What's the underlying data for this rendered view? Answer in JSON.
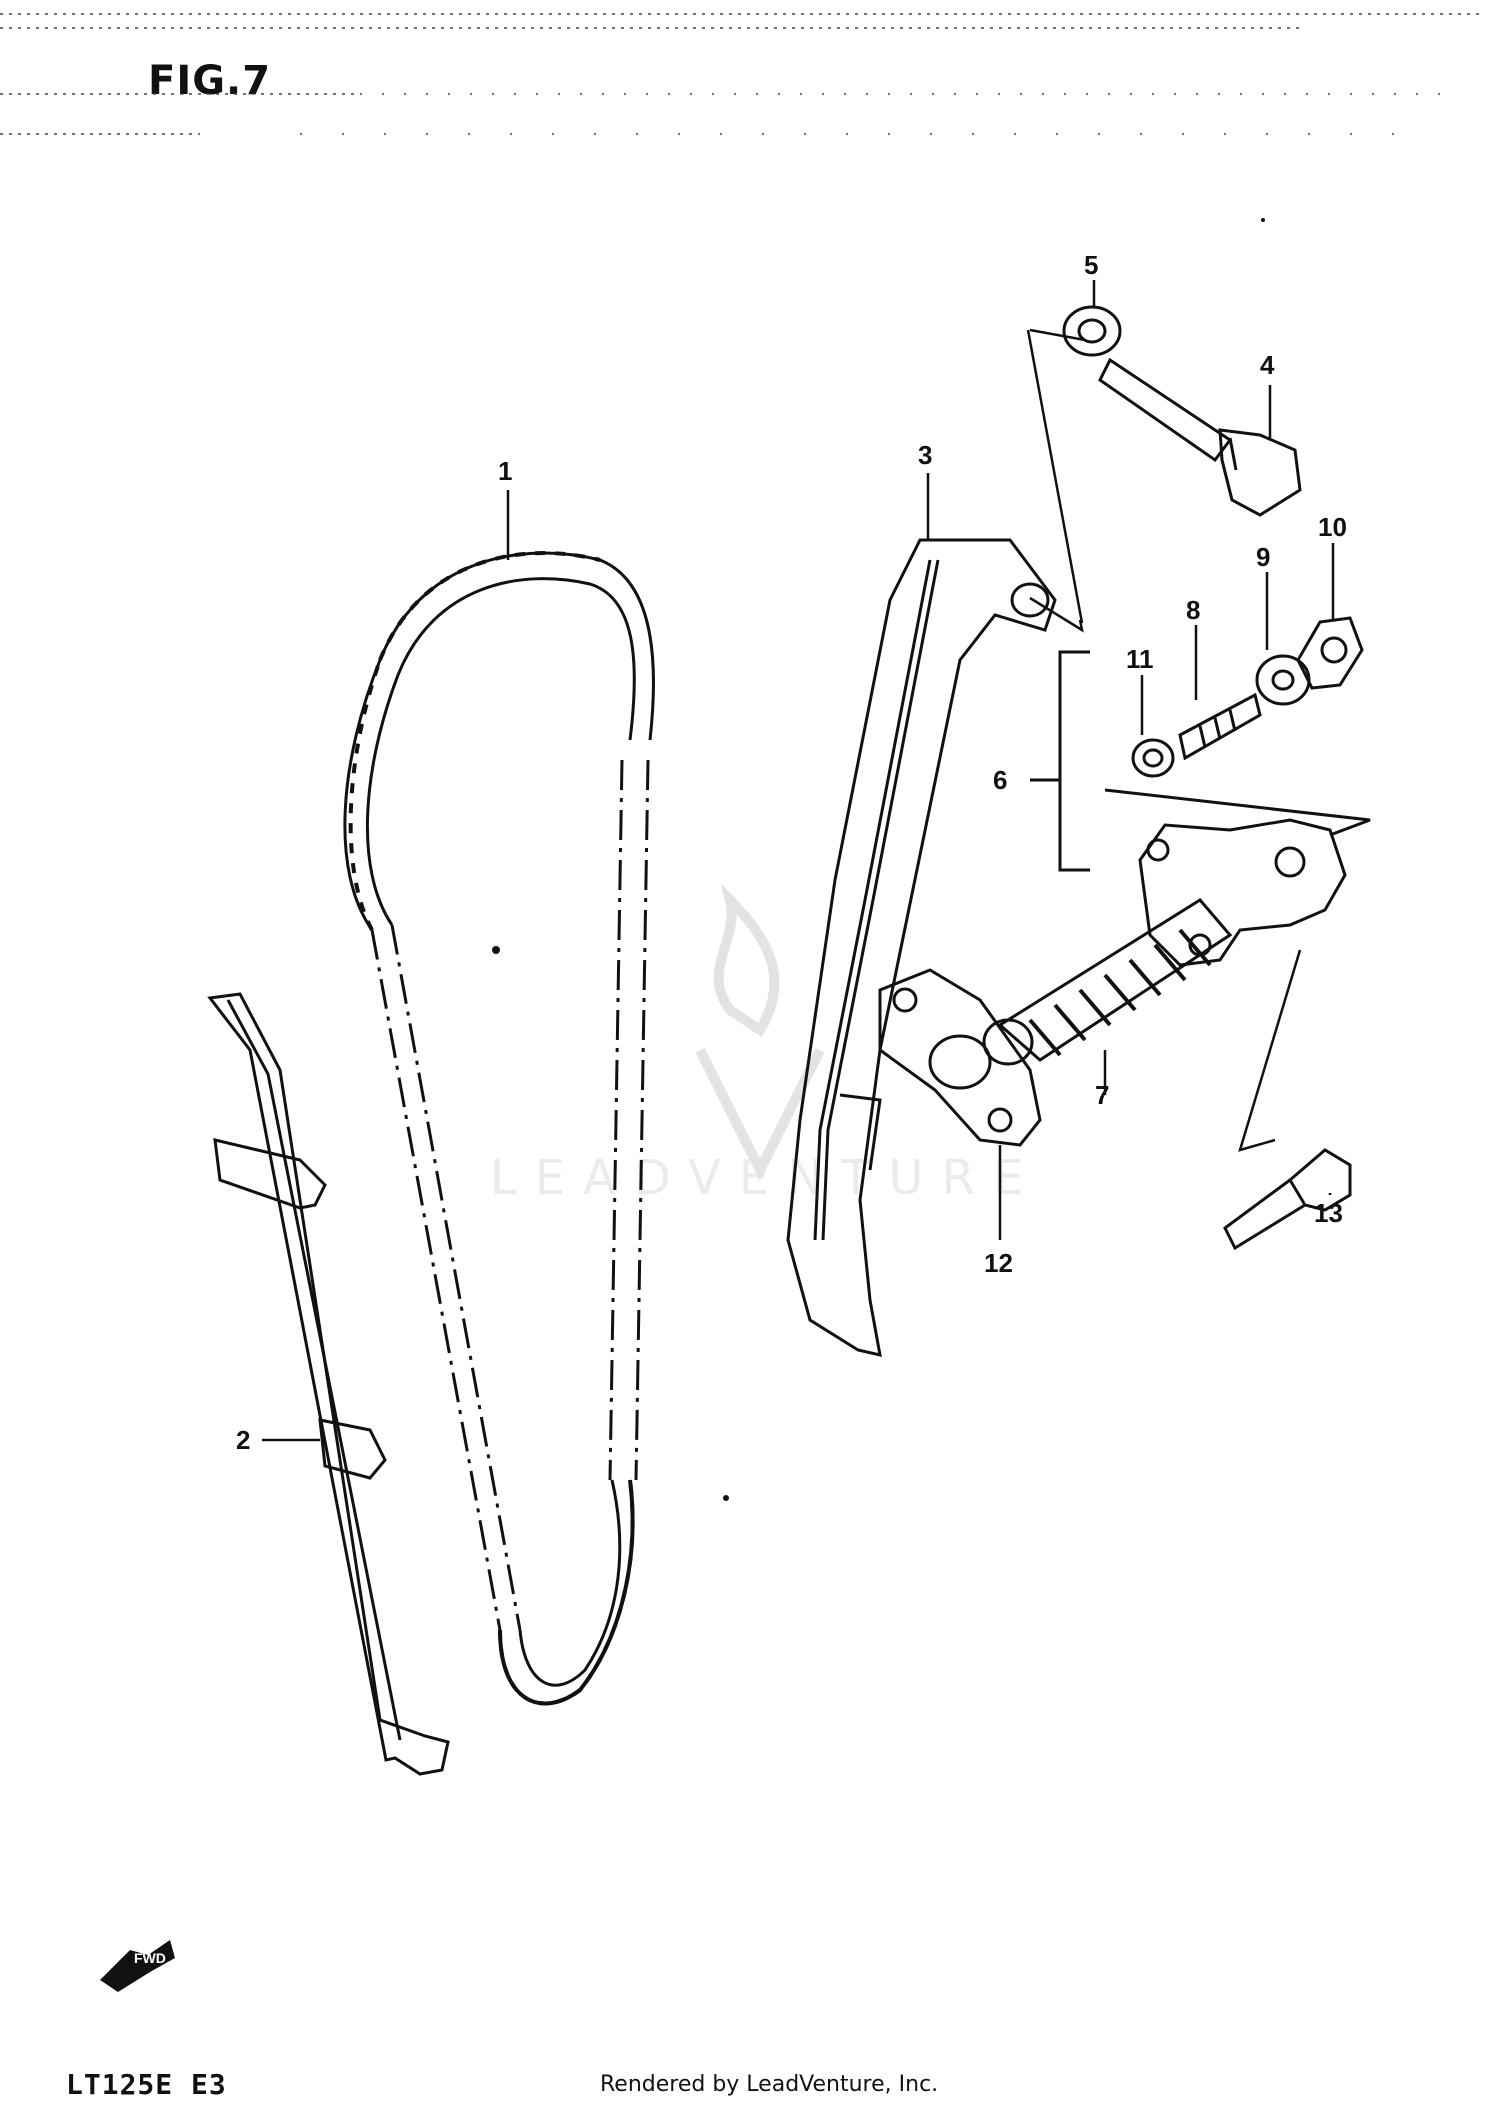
{
  "figure": {
    "title": "FIG.7",
    "model_code": "LT125E  E3",
    "credit": "Rendered by LeadVenture, Inc.",
    "watermark": "LEADVENTURE",
    "front_marker_text": "FWD"
  },
  "callouts": [
    "1",
    "2",
    "3",
    "4",
    "5",
    "6",
    "7",
    "8",
    "9",
    "10",
    "11",
    "12",
    "13"
  ],
  "colors": {
    "ink": "#111111",
    "paper": "#ffffff",
    "watermark": "#e6e6e6"
  },
  "icons": {
    "front_marker": "arrow-fwd-icon",
    "watermark_logo": "flame-v-logo"
  }
}
